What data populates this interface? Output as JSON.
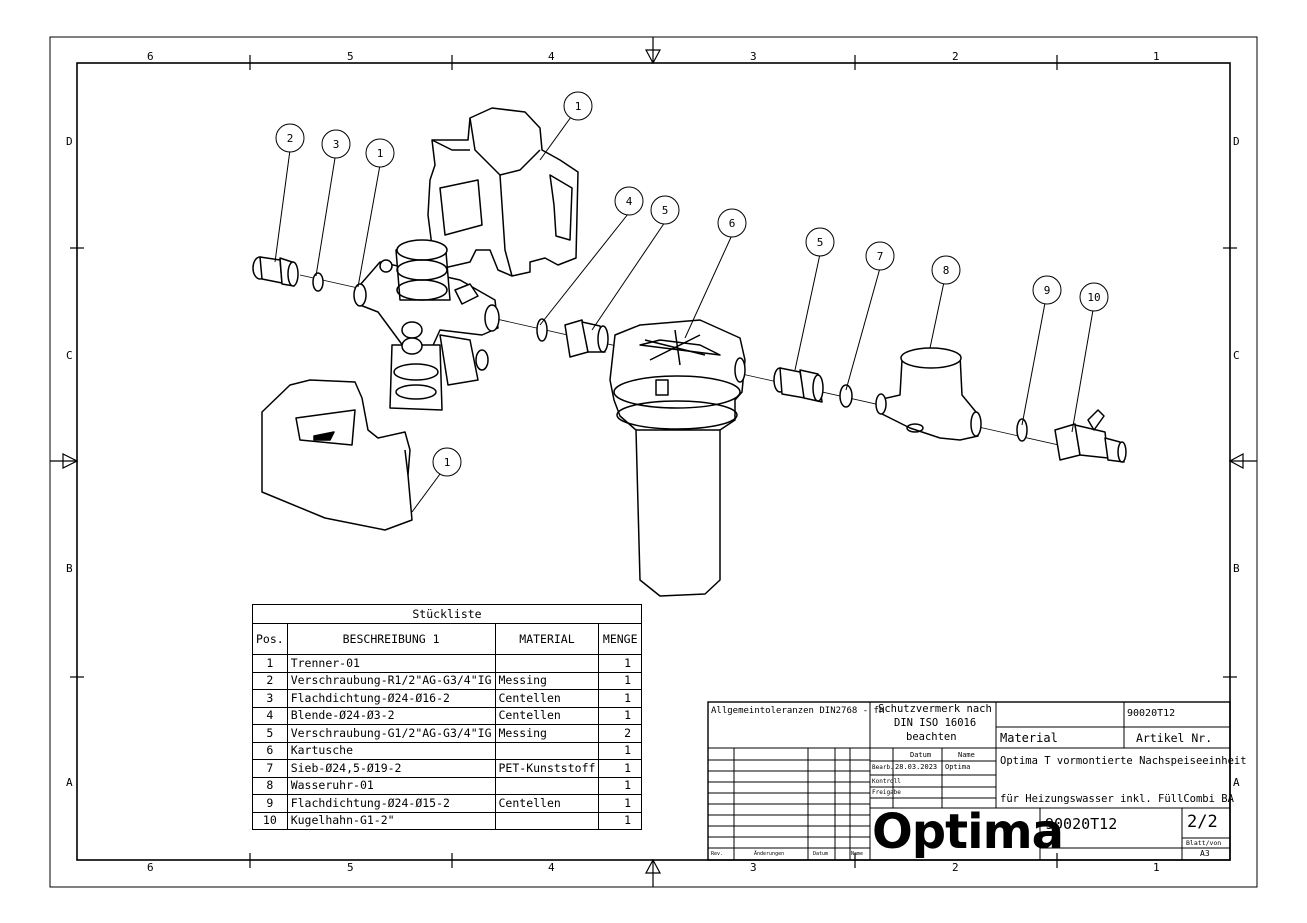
{
  "frame": {
    "columns": [
      "6",
      "5",
      "4",
      "3",
      "2",
      "1"
    ],
    "rows": [
      "D",
      "C",
      "B",
      "A"
    ]
  },
  "balloons": [
    "1",
    "2",
    "3",
    "1",
    "4",
    "5",
    "6",
    "5",
    "7",
    "8",
    "9",
    "10",
    "1"
  ],
  "parts_list": {
    "caption": "Stückliste",
    "headers": {
      "pos": "Pos.",
      "desc": "BESCHREIBUNG 1",
      "material": "MATERIAL",
      "qty": "MENGE"
    },
    "rows": [
      {
        "pos": "1",
        "desc": "Trenner-01",
        "material": "",
        "qty": "1"
      },
      {
        "pos": "2",
        "desc": "Verschraubung-R1/2\"AG-G3/4\"IG",
        "material": "Messing",
        "qty": "1"
      },
      {
        "pos": "3",
        "desc": "Flachdichtung-Ø24-Ø16-2",
        "material": "Centellen",
        "qty": "1"
      },
      {
        "pos": "4",
        "desc": "Blende-Ø24-Ø3-2",
        "material": "Centellen",
        "qty": "1"
      },
      {
        "pos": "5",
        "desc": "Verschraubung-G1/2\"AG-G3/4\"IG",
        "material": "Messing",
        "qty": "2"
      },
      {
        "pos": "6",
        "desc": "Kartusche",
        "material": "",
        "qty": "1"
      },
      {
        "pos": "7",
        "desc": "Sieb-Ø24,5-Ø19-2",
        "material": "PET-Kunststoff",
        "qty": "1"
      },
      {
        "pos": "8",
        "desc": "Wasseruhr-01",
        "material": "",
        "qty": "1"
      },
      {
        "pos": "9",
        "desc": "Flachdichtung-Ø24-Ø15-2",
        "material": "Centellen",
        "qty": "1"
      },
      {
        "pos": "10",
        "desc": "Kugelhahn-G1-2\"",
        "material": "",
        "qty": "1"
      }
    ]
  },
  "title_block": {
    "tolerances": "Allgemeintoleranzen DIN2768 - fH",
    "protection_1": "Schutzvermerk nach",
    "protection_2": "DIN ISO 16016",
    "protection_3": "beachten",
    "doc_number_top": "90020T12",
    "material_label": "Material",
    "article_label": "Artikel Nr.",
    "desc_line1": "Optima T vormontierte Nachspeiseeinheit",
    "desc_line2": "für Heizungswasser inkl. FüllCombi BA",
    "col_datum": "Datum",
    "col_name": "Name",
    "bearb": "Bearb.",
    "bearb_date": "28.03.2023",
    "bearb_name": "Optima",
    "kontroll": "Kontroll",
    "freigabe": "Freigabe",
    "company": "Optima",
    "drawing_number": "90020T12",
    "sheet": "2/2",
    "sheet_label": "Blatt/von",
    "format": "A3",
    "rev_label": "Rev.",
    "changes_label": "Änderungen",
    "rev_date_label": "Datum",
    "rev_name_label": "Name"
  }
}
